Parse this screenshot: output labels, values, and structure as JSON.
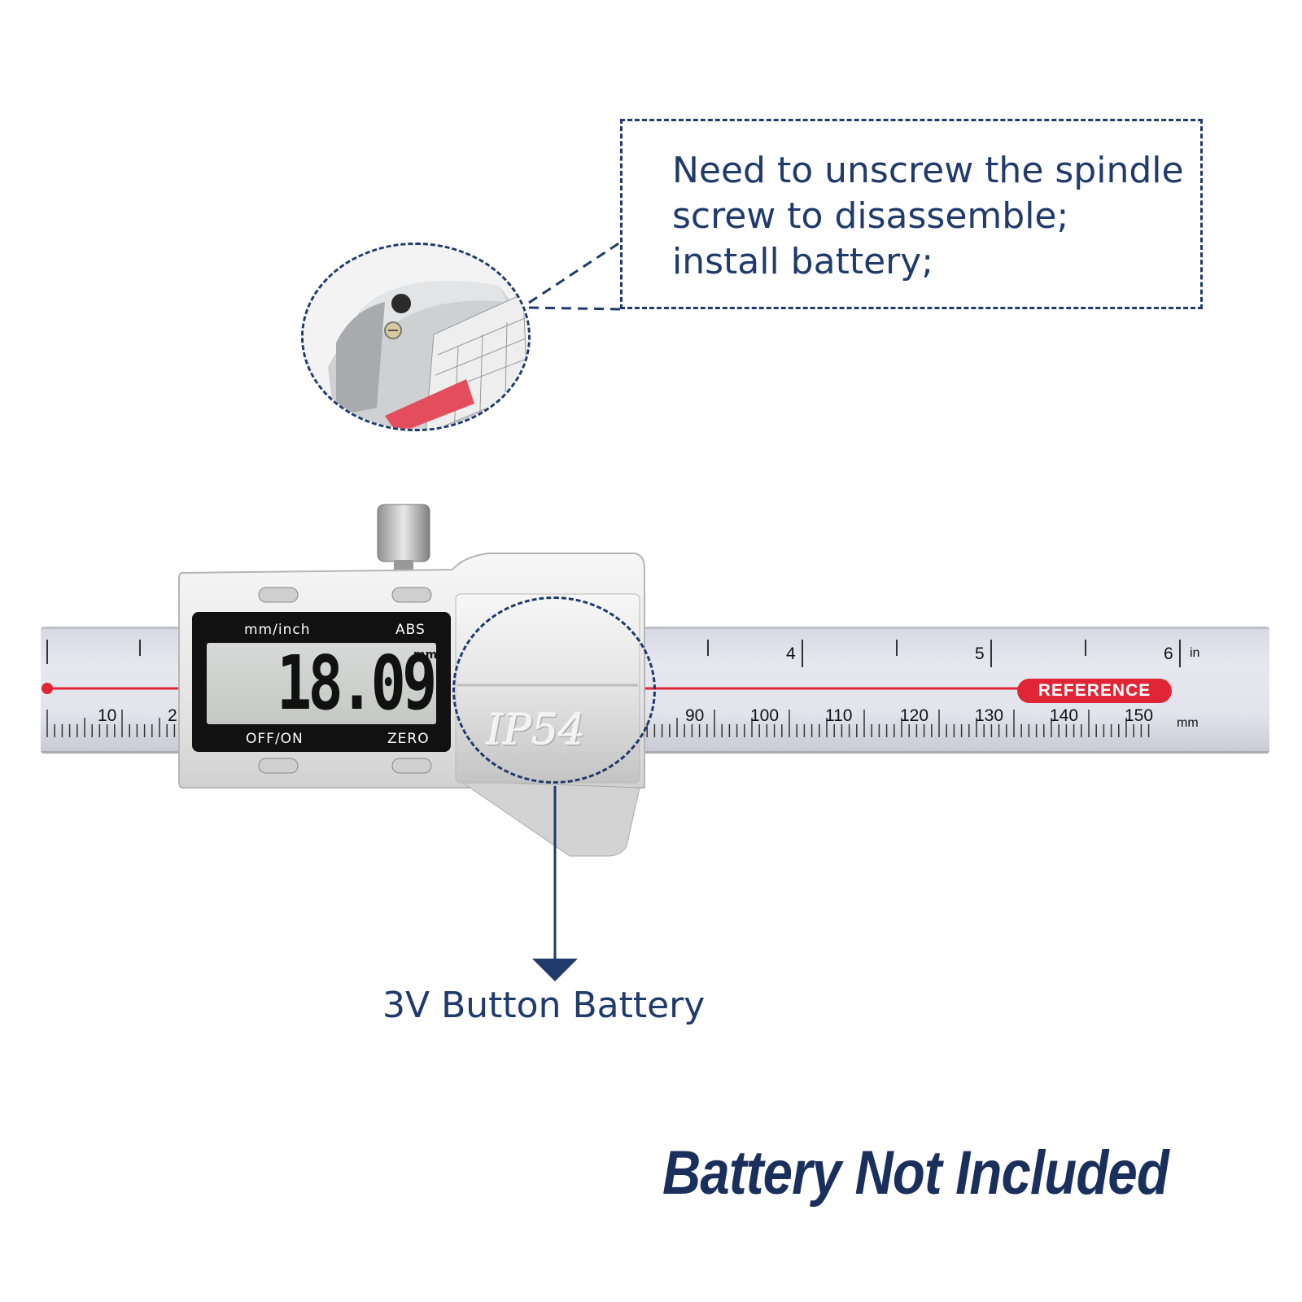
{
  "callout": {
    "lines": [
      "Need to unscrew the spindle",
      "screw to disassemble;",
      "install battery;"
    ]
  },
  "display": {
    "top_left": "mm/inch",
    "top_right": "ABS",
    "reading": "18.09",
    "unit": "mm",
    "bottom_left": "OFF/ON",
    "bottom_right": "ZERO"
  },
  "body": {
    "rating": "IP54"
  },
  "ruler": {
    "inch_labels": [
      "4",
      "5",
      "6"
    ],
    "inch_unit": "in",
    "mm_labels": [
      "10",
      "2",
      "90",
      "100",
      "110",
      "120",
      "130",
      "140",
      "150"
    ],
    "mm_unit": "mm",
    "reference": "REFERENCE"
  },
  "battery": {
    "label": "3V Button Battery"
  },
  "footer": {
    "note": "Battery Not Included"
  },
  "colors": {
    "navy": "#1f3a6b",
    "reference_red": "#e02636",
    "lcd_background": "#111111"
  }
}
